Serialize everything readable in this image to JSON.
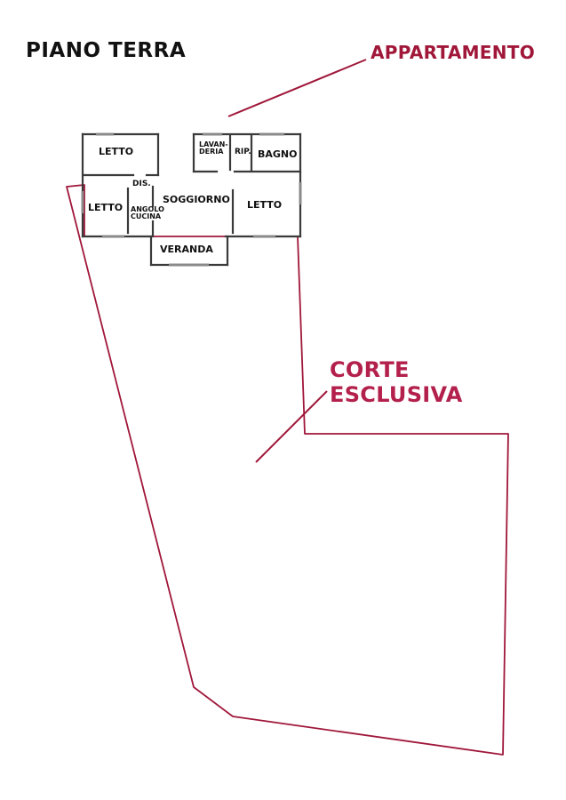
{
  "title": "PIANO TERRA",
  "labels": {
    "apartment": "APPARTAMENTO",
    "courtyard_line1": "CORTE",
    "courtyard_line2": "ESCLUSIVA"
  },
  "rooms": {
    "letto_top": "LETTO",
    "letto_left": "LETTO",
    "letto_right": "LETTO",
    "lavanderia_1": "LAVAN-",
    "lavanderia_2": "DERIA",
    "ripostiglio": "RIP.",
    "bagno": "BAGNO",
    "disimpegno": "DIS.",
    "soggiorno": "SOGGIORNO",
    "angolo_1": "ANGOLO",
    "angolo_2": "CUCINA",
    "veranda": "VERANDA"
  },
  "colors": {
    "boundary": "#a0173a",
    "apartment_text": "#a0173a",
    "courtyard_text": "#b3204c",
    "walls": "#3a3a3a",
    "text": "#111111"
  }
}
